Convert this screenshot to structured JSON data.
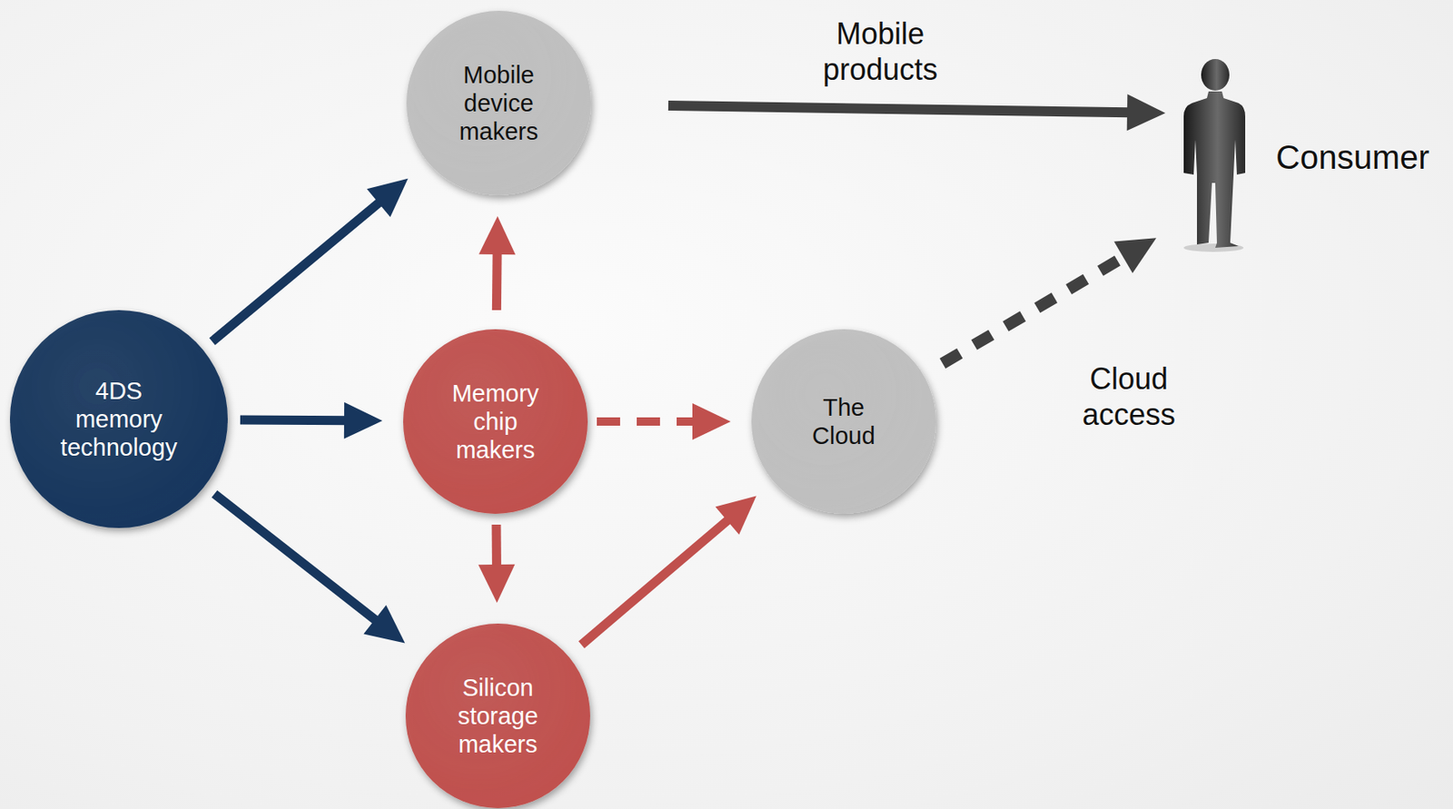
{
  "diagram": {
    "nodes": [
      {
        "text": [
          "4DS memory technology"
        ]
      },
      {
        "text": [
          "Mobile device makers"
        ]
      },
      {
        "text": [
          "Memory chip makers"
        ]
      },
      {
        "text": [
          "The Cloud"
        ]
      },
      {
        "text": [
          "Silicon storage makers"
        ]
      },
      {
        "text": [
          "Consumer"
        ]
      }
    ],
    "edges": [
      {
        "from": 0,
        "to": 1,
        "arrow": "to"
      },
      {
        "from": 0,
        "to": 2,
        "arrow": "to"
      },
      {
        "from": 0,
        "to": 4,
        "arrow": "to"
      },
      {
        "from": 2,
        "to": 1,
        "arrow": "to"
      },
      {
        "from": 2,
        "to": 3,
        "arrow": "to"
      },
      {
        "from": 2,
        "to": 4,
        "arrow": "to"
      },
      {
        "from": 4,
        "to": 3,
        "arrow": "to"
      },
      {
        "from": 1,
        "to": 5,
        "arrow": "to",
        "label": "Mobile products"
      },
      {
        "from": 3,
        "to": 5,
        "arrow": "to",
        "label": "Cloud access"
      }
    ]
  }
}
